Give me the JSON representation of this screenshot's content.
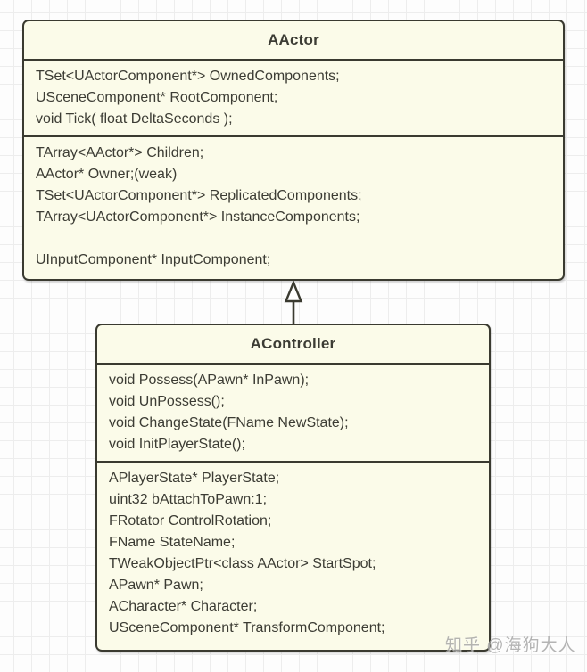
{
  "classes": [
    {
      "name": "AActor",
      "compartments": [
        [
          "TSet<UActorComponent*> OwnedComponents;",
          "USceneComponent* RootComponent;",
          "void Tick( float DeltaSeconds );"
        ],
        [
          "TArray<AActor*> Children;",
          "AActor* Owner;(weak)",
          "TSet<UActorComponent*> ReplicatedComponents;",
          "TArray<UActorComponent*> InstanceComponents;",
          "",
          "UInputComponent* InputComponent;"
        ]
      ]
    },
    {
      "name": "AController",
      "compartments": [
        [
          "void Possess(APawn* InPawn);",
          "void UnPossess();",
          "void ChangeState(FName NewState);",
          "void InitPlayerState();"
        ],
        [
          "APlayerState* PlayerState;",
          "uint32 bAttachToPawn:1;",
          "FRotator ControlRotation;",
          "FName StateName;",
          "TWeakObjectPtr<class AActor> StartSpot;",
          "APawn* Pawn;",
          "ACharacter* Character;",
          "USceneComponent* TransformComponent;"
        ]
      ]
    }
  ],
  "relationship": {
    "type": "inheritance",
    "from": "AController",
    "to": "AActor"
  },
  "watermark": {
    "text": "知乎 @海狗大人"
  },
  "colors": {
    "box_fill": "#fbfbe9",
    "box_border": "#3a3a30",
    "text": "#3c3c34",
    "grid_line": "#ededed",
    "background": "#fdfdfd",
    "watermark": "#a3a3a3"
  }
}
